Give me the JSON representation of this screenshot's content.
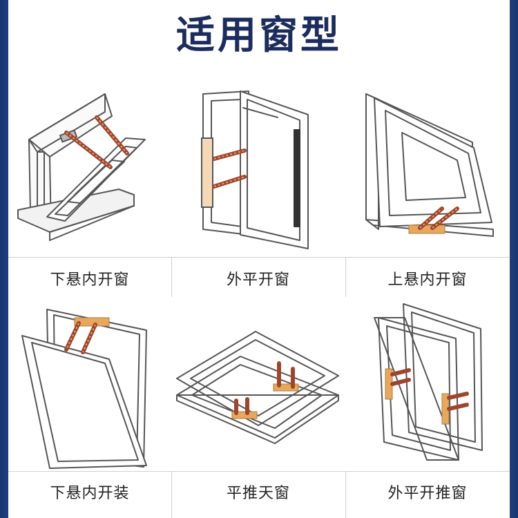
{
  "title": "适用窗型",
  "windows": [
    {
      "label": "下悬内开窗",
      "icon": "bottom-hung-inward-window-icon"
    },
    {
      "label": "外平开窗",
      "icon": "outward-casement-window-icon"
    },
    {
      "label": "上悬内开窗",
      "icon": "top-hung-window-icon"
    },
    {
      "label": "下悬内开装",
      "icon": "bottom-hung-inward-install-icon"
    },
    {
      "label": "平推天窗",
      "icon": "parallel-push-skylight-icon"
    },
    {
      "label": "外平开推窗",
      "icon": "outward-parallel-push-window-icon"
    }
  ],
  "colors": {
    "title": "#1c2c5e",
    "frame_stroke": "#555555",
    "hinge_arm": "#a0442c",
    "hinge_base": "#e8a85c",
    "side_border": "#1e3a78"
  }
}
